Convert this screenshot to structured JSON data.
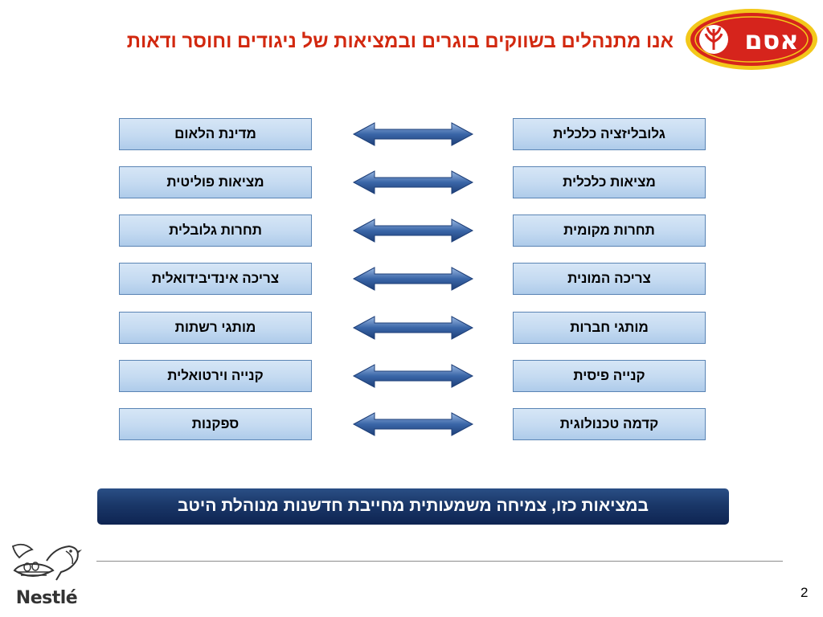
{
  "slide": {
    "title": "אנו מתנהלים בשווקים בוגרים ובמציאות של ניגודים וחוסר ודאות",
    "banner": "במציאות כזו, צמיחה משמעותית מחייבת חדשנות מנוהלת היטב",
    "page_number": "2"
  },
  "pairs": [
    {
      "right": "גלובליזציה כלכלית",
      "left": "מדינת הלאום"
    },
    {
      "right": "מציאות כלכלית",
      "left": "מציאות פוליטית"
    },
    {
      "right": "תחרות מקומית",
      "left": "תחרות גלובלית"
    },
    {
      "right": "צריכה המונית",
      "left": "צריכה אינדיבידואלית"
    },
    {
      "right": "מותגי חברות",
      "left": "מותגי רשתות"
    },
    {
      "right": "קנייה פיסית",
      "left": "קנייה וירטואלית"
    },
    {
      "right": "קדמה טכנולוגית",
      "left": "ספקנות"
    }
  ],
  "logos": {
    "osem": {
      "text": "אסם",
      "icon": "wheat-icon"
    },
    "nestle": {
      "text": "Nestlé",
      "icon": "bird-nest-icon"
    }
  },
  "colors": {
    "title": "#d2280f",
    "box_fill": "#c4daf1",
    "box_border": "#5a84b4",
    "arrow": "#3a66a8",
    "banner": "#1a3768",
    "osem_red": "#d6241c",
    "osem_yellow": "#f3c81a"
  }
}
